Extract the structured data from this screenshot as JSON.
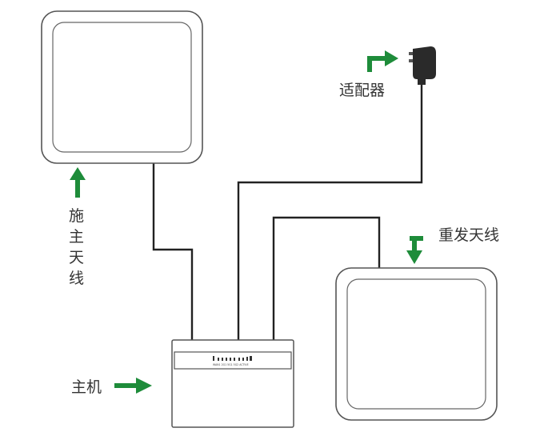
{
  "labels": {
    "main_antenna": [
      "施",
      "主",
      "天",
      "线"
    ],
    "adapter": "适配器",
    "repeater_antenna": "重发天线",
    "host": "主机"
  },
  "host_panel": {
    "port_text": "WAN1 2G1 5G1 5G2 ACTIVE"
  },
  "colors": {
    "arrow": "#1e8c3a",
    "cable": "#222222",
    "outline": "#555555",
    "text": "#333333"
  },
  "icons": [
    "up-arrow-icon",
    "right-arrow-icon",
    "down-arrow-icon",
    "power-adapter-icon"
  ]
}
